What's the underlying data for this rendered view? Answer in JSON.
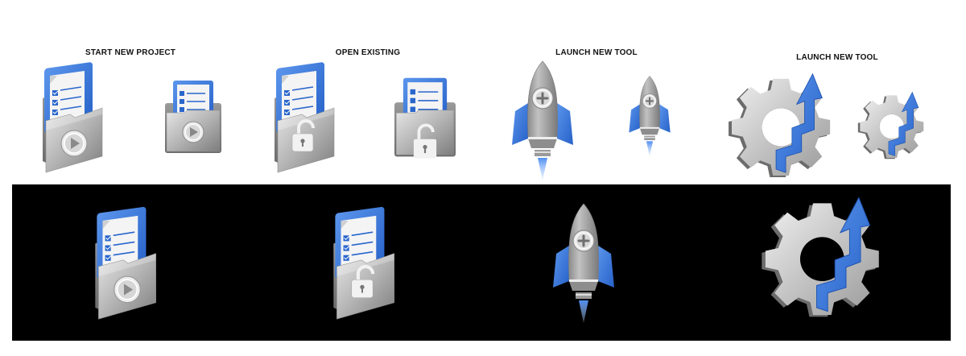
{
  "colors": {
    "background": "#ffffff",
    "dark_panel": "#000000",
    "accent_blue": "#2f6fd6",
    "accent_blue_light": "#5a93ea",
    "metal_gray": "#9a9a9a",
    "label_text": "#111111"
  },
  "light_row": {
    "groups": [
      {
        "label": "START NEW PROJECT",
        "icons": [
          {
            "name": "folder-play-icon",
            "size": "large"
          },
          {
            "name": "folder-play-icon",
            "size": "small"
          }
        ]
      },
      {
        "label": "OPEN EXISTING",
        "icons": [
          {
            "name": "folder-unlock-icon",
            "size": "large"
          },
          {
            "name": "folder-unlock-icon",
            "size": "small"
          }
        ]
      },
      {
        "label": "LAUNCH NEW TOOL",
        "icons": [
          {
            "name": "rocket-plus-icon",
            "size": "large"
          },
          {
            "name": "rocket-plus-icon",
            "size": "small"
          }
        ]
      },
      {
        "label": "LAUNCH NEW TOOL",
        "icons": [
          {
            "name": "gear-arrow-icon",
            "size": "large"
          },
          {
            "name": "gear-arrow-icon",
            "size": "small"
          }
        ]
      }
    ]
  },
  "dark_row": {
    "icons": [
      {
        "name": "folder-play-icon"
      },
      {
        "name": "folder-unlock-icon"
      },
      {
        "name": "rocket-plus-icon"
      },
      {
        "name": "gear-arrow-icon"
      }
    ]
  }
}
